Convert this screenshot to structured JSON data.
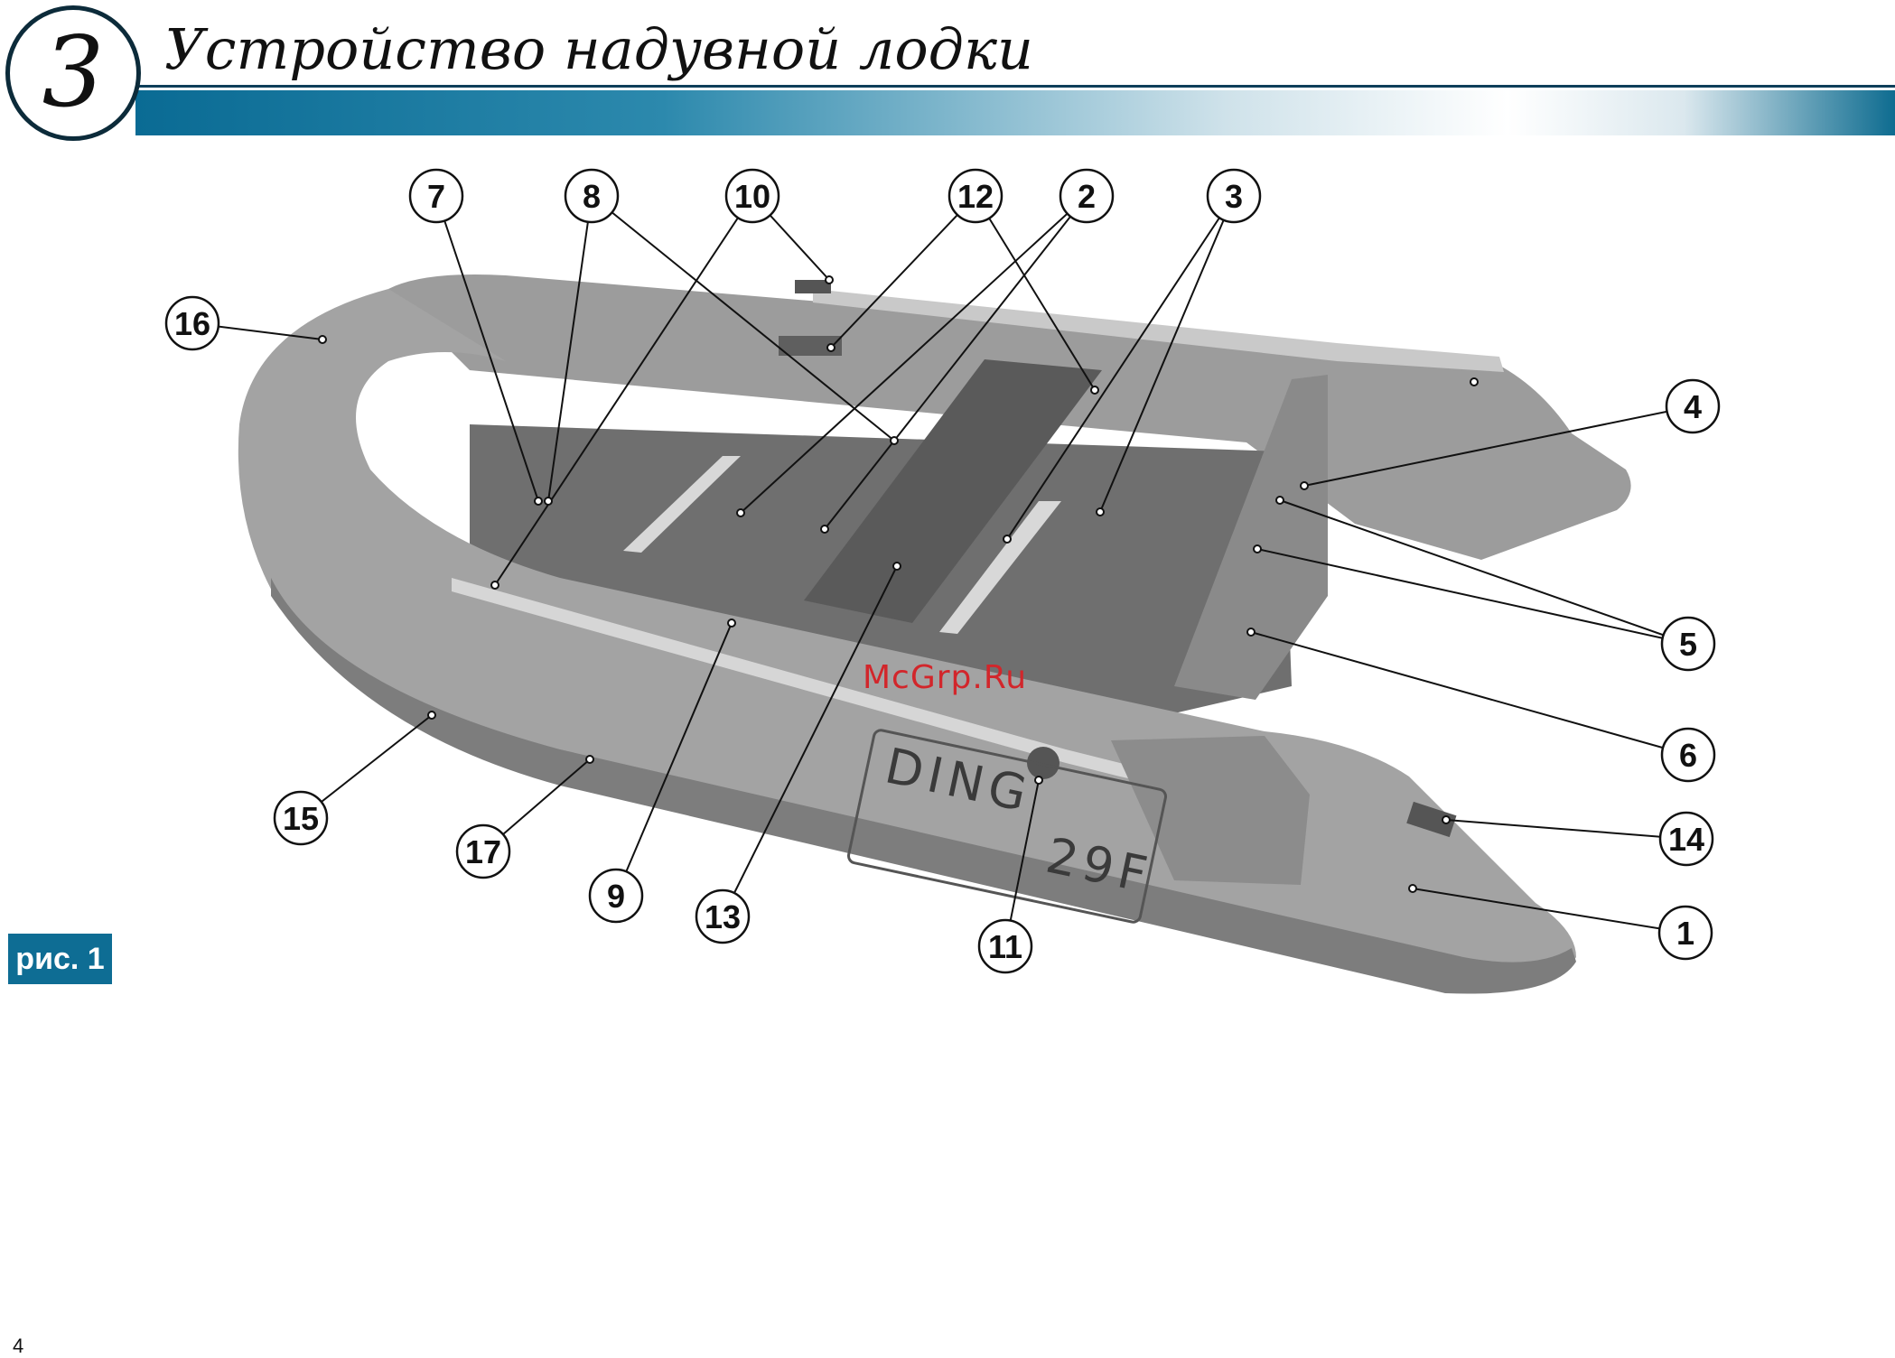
{
  "header": {
    "chapter_number": "3",
    "chapter_title": "Устройство надувной лодки"
  },
  "figure": {
    "label": "рис. 1",
    "boat_marking_left": "DING",
    "boat_marking_right": "29F",
    "callouts": [
      "1",
      "2",
      "3",
      "4",
      "5",
      "6",
      "7",
      "8",
      "9",
      "10",
      "11",
      "12",
      "13",
      "14",
      "15",
      "16",
      "17"
    ]
  },
  "watermark": "McGrp.Ru",
  "page_number": "4"
}
